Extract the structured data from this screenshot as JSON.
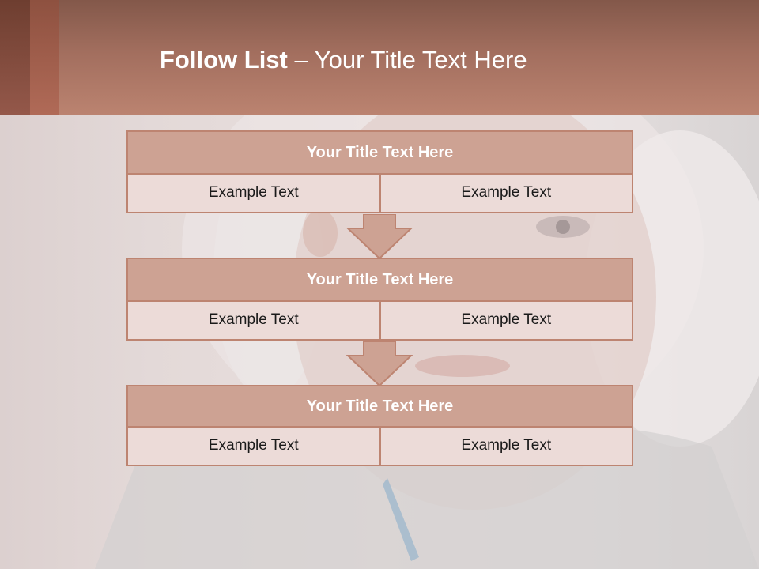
{
  "slide": {
    "title_bold": "Follow List",
    "title_rest": " – Your Title Text Here"
  },
  "flow": [
    {
      "title": "Your Title Text Here",
      "left": "Example Text",
      "right": "Example Text"
    },
    {
      "title": "Your Title Text Here",
      "left": "Example Text",
      "right": "Example Text"
    },
    {
      "title": "Your Title Text Here",
      "left": "Example Text",
      "right": "Example Text"
    }
  ],
  "colors": {
    "header": "#a26e5e",
    "box_header": "#cda293",
    "box_cell": "#ecdbd8",
    "border": "#bd8471"
  }
}
